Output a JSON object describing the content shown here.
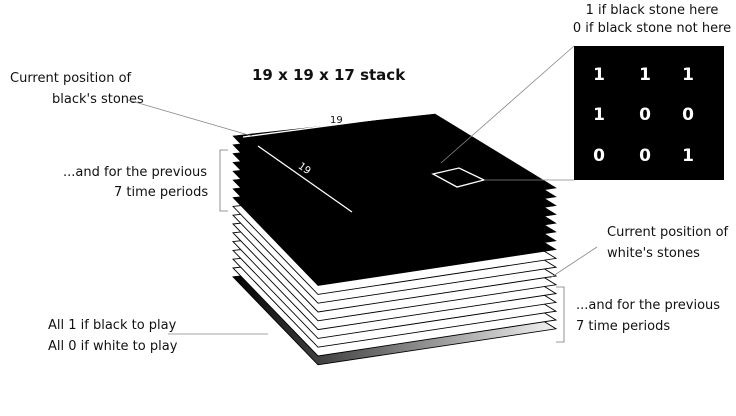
{
  "title": "19 x 19 x 17 stack",
  "labels": {
    "black_current": [
      "Current position of",
      "black's stones"
    ],
    "black_previous": [
      "...and for the previous",
      "7 time periods"
    ],
    "white_current": [
      "Current position of",
      "white's stones"
    ],
    "white_previous": [
      "...and for the previous",
      "7 time periods"
    ],
    "to_play": [
      "All 1 if black to play",
      "All 0 if white to play"
    ]
  },
  "dimensions": {
    "width_label": "19",
    "depth_label": "19"
  },
  "zoom_legend": [
    "1 if black stone here",
    "0 if black stone not here"
  ],
  "zoom_grid": [
    [
      "1",
      "1",
      "1"
    ],
    [
      "1",
      "0",
      "0"
    ],
    [
      "0",
      "0",
      "1"
    ]
  ],
  "colors": {
    "black_plane": "#000000",
    "white_plane": "#ffffff",
    "outline": "#000000"
  }
}
